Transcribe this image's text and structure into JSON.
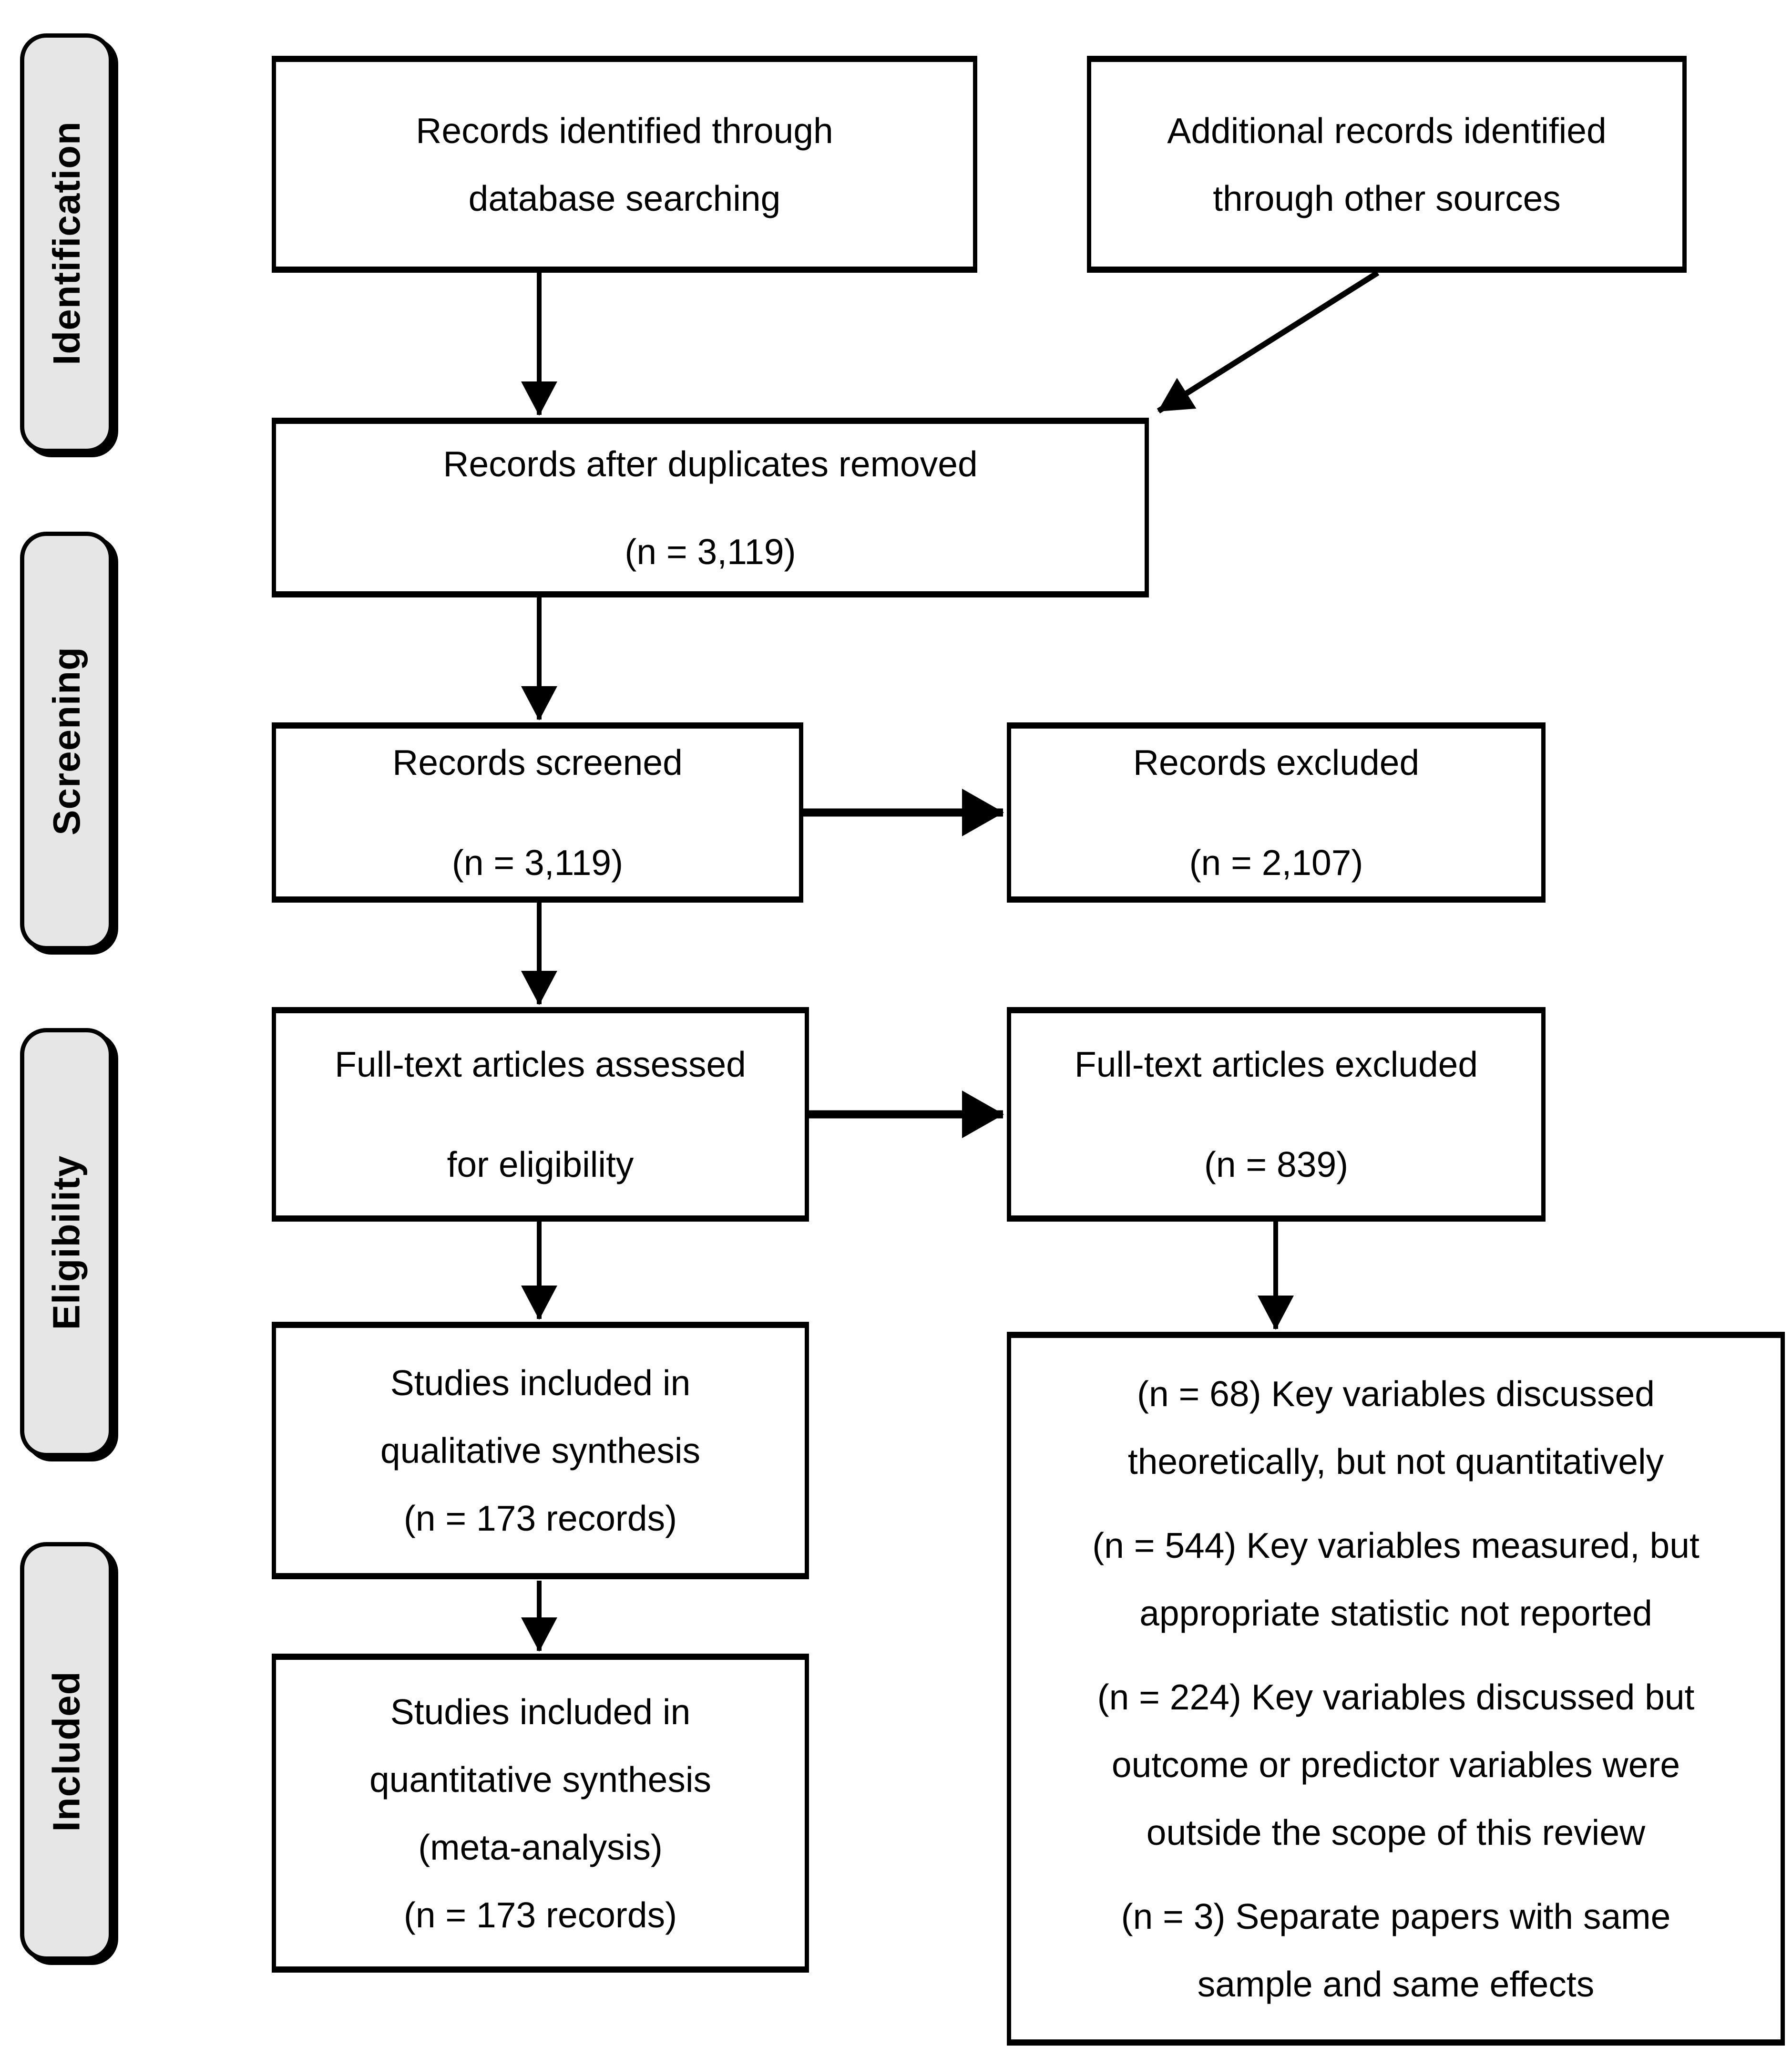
{
  "stages": {
    "identification": "Identification",
    "screening": "Screening",
    "eligibility": "Eligibility",
    "included": "Included"
  },
  "boxes": {
    "identified": {
      "lines": [
        "Records identified through",
        "database searching"
      ]
    },
    "additional": {
      "lines": [
        "Additional records identified",
        "through other sources"
      ]
    },
    "duplicates": {
      "lines": [
        "Records after duplicates removed",
        "(n = 3,119)"
      ]
    },
    "screened": {
      "lines": [
        "Records screened",
        "(n = 3,119)"
      ]
    },
    "records_excluded": {
      "lines": [
        "Records excluded",
        "(n = 2,107)"
      ]
    },
    "fulltext_assessed": {
      "lines": [
        "Full-text articles assessed",
        "for eligibility"
      ]
    },
    "fulltext_excluded": {
      "lines": [
        "Full-text articles excluded",
        "(n = 839)"
      ]
    },
    "qualitative": {
      "lines": [
        "Studies included in",
        "qualitative synthesis",
        "(n = 173 records)"
      ]
    },
    "quantitative": {
      "lines": [
        "Studies included in",
        "quantitative synthesis",
        "(meta-analysis)",
        "(n = 173 records)"
      ]
    },
    "exclusion_reasons": {
      "items": [
        {
          "lines": [
            "(n = 68) Key variables discussed",
            "theoretically, but not quantitatively"
          ]
        },
        {
          "lines": [
            "(n = 544) Key variables measured, but",
            "appropriate statistic not reported"
          ]
        },
        {
          "lines": [
            "(n = 224) Key variables discussed but",
            "outcome or predictor variables were",
            "outside the scope of this review"
          ]
        },
        {
          "lines": [
            "(n = 3) Separate papers with same",
            "sample and same effects"
          ]
        }
      ]
    }
  },
  "colors": {
    "stage_fill": "#e6e6e6",
    "line": "#000000",
    "box_fill": "#ffffff",
    "text": "#000000"
  }
}
